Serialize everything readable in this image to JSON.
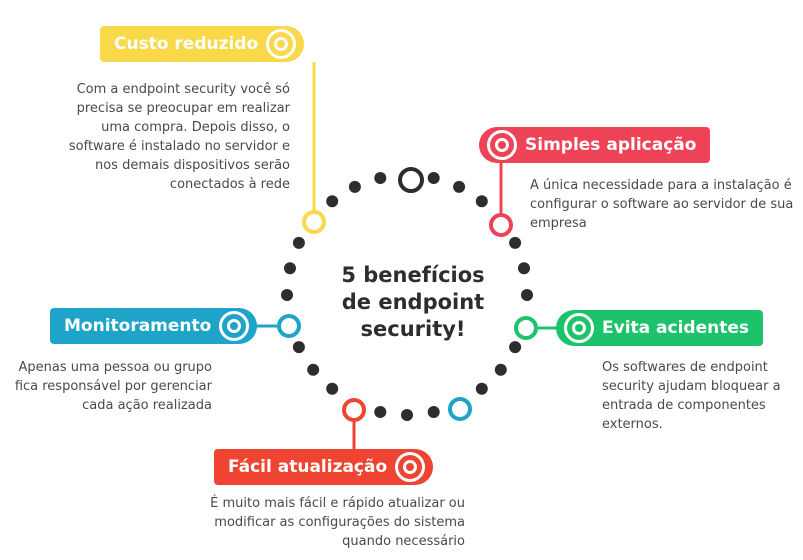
{
  "center": {
    "title_line1": "5 benefícios",
    "title_line2": "de endpoint",
    "title_line3": "security!"
  },
  "benefits": [
    {
      "label": "Custo reduzido",
      "color": "#F9D849",
      "icon": "target-ring-icon",
      "description": [
        "Com a endpoint security você só",
        "precisa se preocupar em realizar",
        "uma compra. Depois disso, o",
        "software é instalado no servidor e",
        "nos demais dispositivos serão",
        "conectados à rede"
      ]
    },
    {
      "label": "Simples aplicação",
      "color": "#EE4357",
      "icon": "target-ring-icon",
      "description": [
        " A única necessidade para a instalação é",
        "configurar o software ao servidor de sua",
        "empresa"
      ]
    },
    {
      "label": "Monitoramento",
      "color": "#1FA4C9",
      "icon": "target-ring-icon",
      "description": [
        "Apenas uma pessoa ou grupo",
        "fica responsável por gerenciar",
        "cada ação realizada"
      ]
    },
    {
      "label": "Evita acidentes",
      "color": "#1DC36B",
      "icon": "target-ring-icon",
      "description": [
        "Os softwares de endpoint",
        "security ajudam bloquear a",
        "entrada de componentes",
        "externos."
      ]
    },
    {
      "label": "Fácil atualização",
      "color": "#EE4431",
      "icon": "target-ring-icon",
      "description": [
        "É muito mais fácil e rápido atualizar ou",
        "modificar as configurações do sistema",
        "quando necessário"
      ]
    }
  ],
  "dot_color": "#2d2d2d"
}
